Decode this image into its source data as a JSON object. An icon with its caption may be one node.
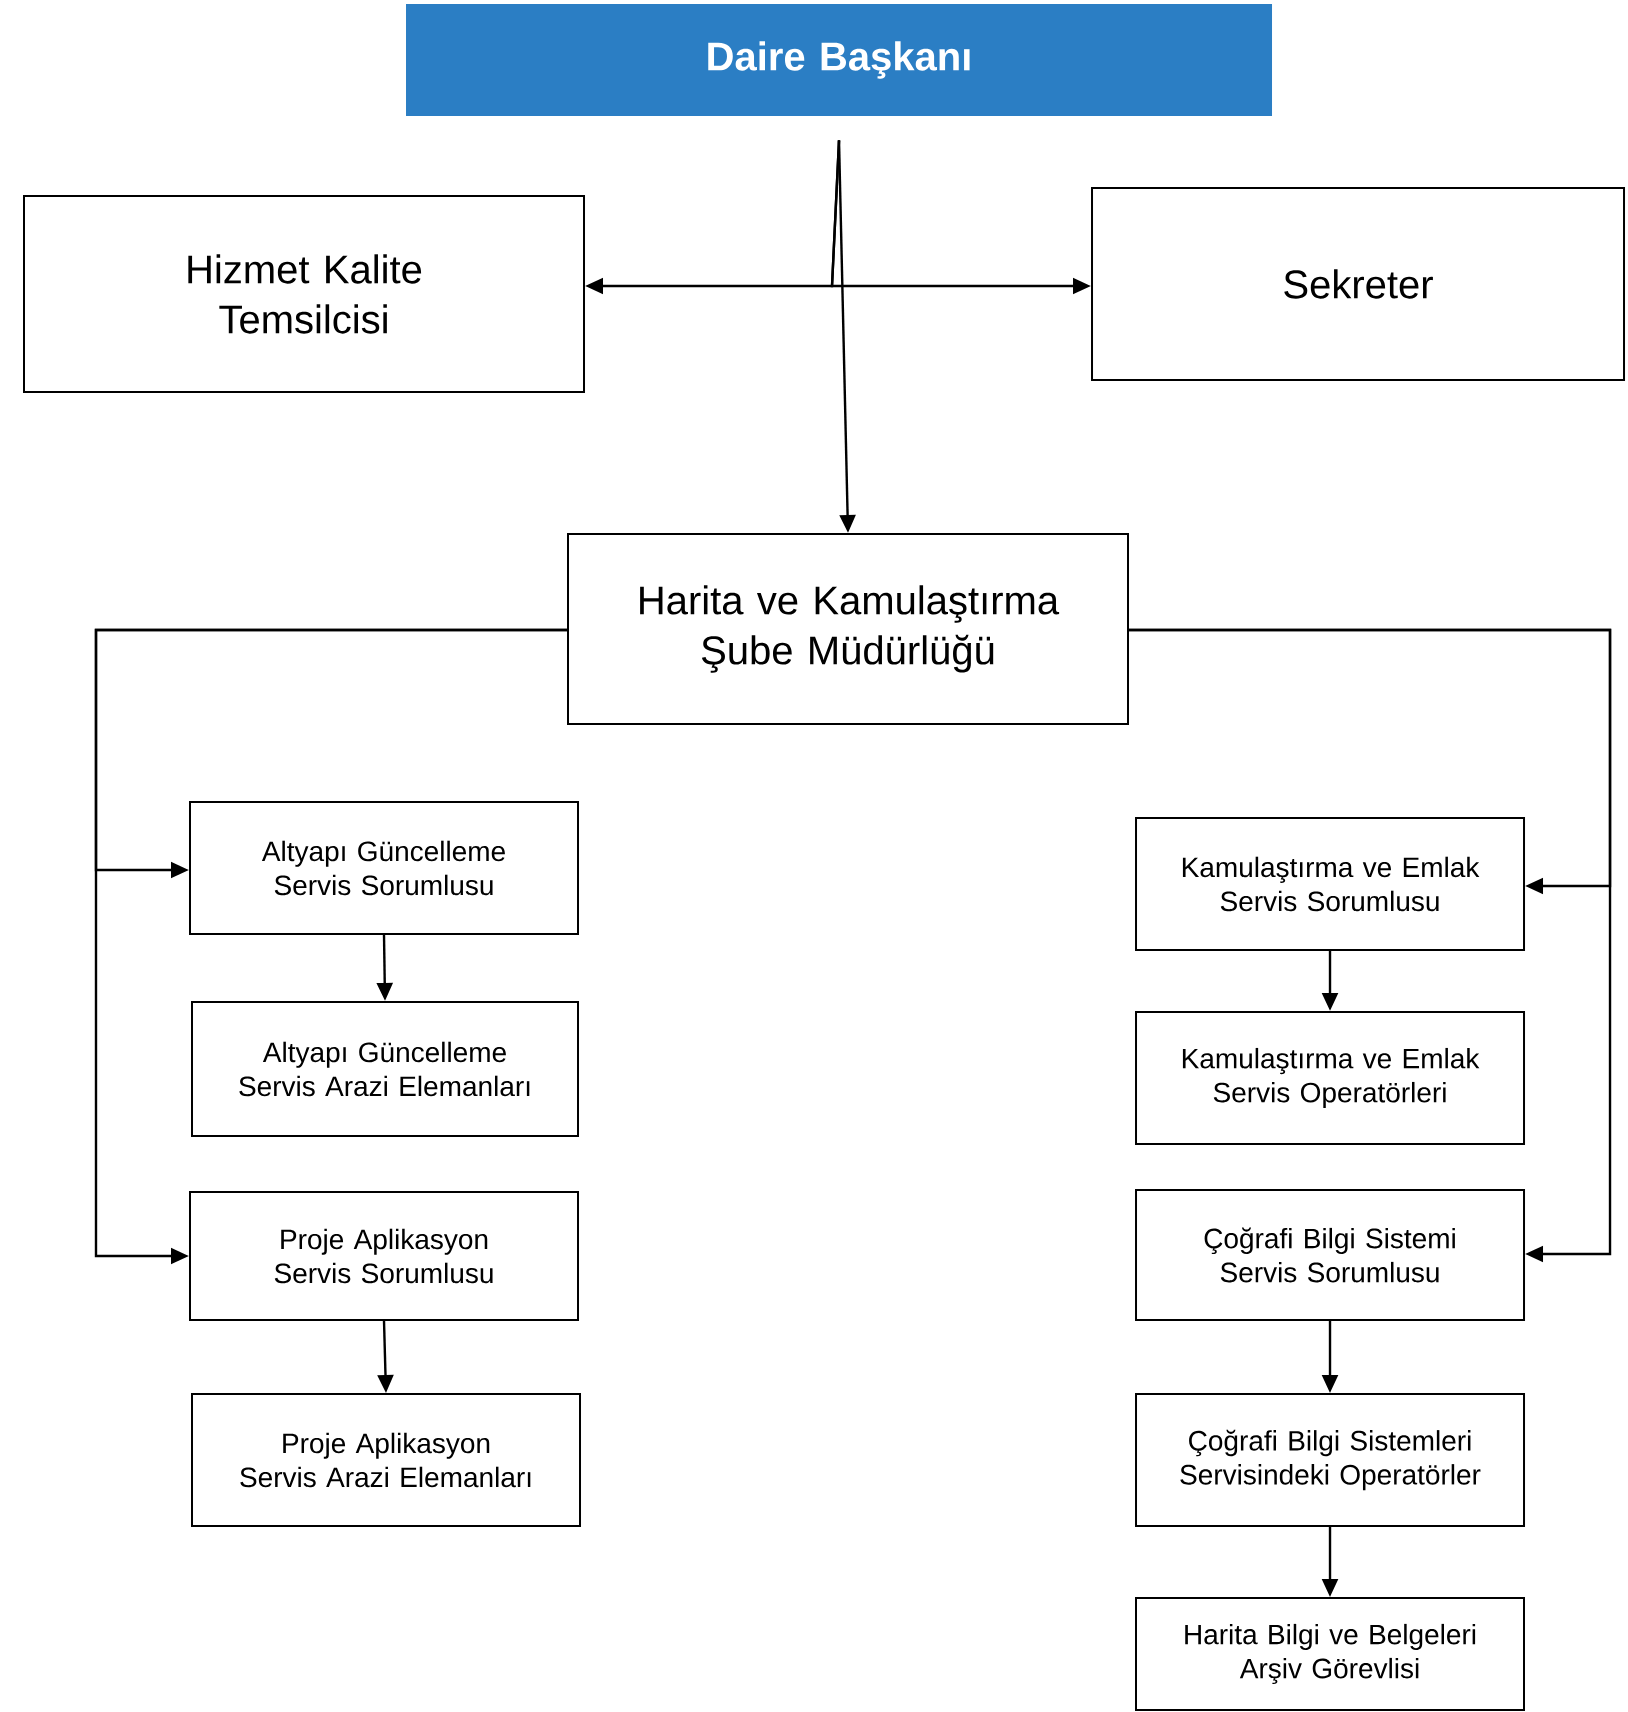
{
  "diagram": {
    "nodes": [
      {
        "text": [
          "Daire Başkanı"
        ]
      },
      {
        "text": [
          "Hizmet Kalite Temsilcisi"
        ]
      },
      {
        "text": [
          "Sekreter"
        ]
      },
      {
        "text": [
          "Harita ve Kamulaştırma Şube Müdürlüğü"
        ]
      },
      {
        "text": [
          "Altyapı Güncelleme Servis Sorumlusu"
        ]
      },
      {
        "text": [
          "Altyapı Güncelleme Servis Arazi Elemanları"
        ]
      },
      {
        "text": [
          "Proje Aplikasyon Servis Sorumlusu"
        ]
      },
      {
        "text": [
          "Proje Aplikasyon Servis Arazi Elemanları"
        ]
      },
      {
        "text": [
          "Kamulaştırma ve Emlak Servis Sorumlusu"
        ]
      },
      {
        "text": [
          "Kamulaştırma ve Emlak Servis Operatörleri"
        ]
      },
      {
        "text": [
          "Çoğrafi Bilgi Sistemi Servis Sorumlusu"
        ]
      },
      {
        "text": [
          "Çoğrafi Bilgi Sistemleri Servisindeki Operatörler"
        ]
      },
      {
        "text": [
          "Harita Bilgi ve Belgeleri Arşiv Görevlisi"
        ]
      }
    ],
    "edges": [
      {
        "from": 0,
        "to": 1,
        "arrow": "to"
      },
      {
        "from": 0,
        "to": 2,
        "arrow": "to"
      },
      {
        "from": 0,
        "to": 3,
        "arrow": "to"
      },
      {
        "from": 3,
        "to": 4,
        "arrow": "to"
      },
      {
        "from": 3,
        "to": 6,
        "arrow": "to"
      },
      {
        "from": 3,
        "to": 8,
        "arrow": "to"
      },
      {
        "from": 3,
        "to": 10,
        "arrow": "to"
      },
      {
        "from": 4,
        "to": 5,
        "arrow": "to"
      },
      {
        "from": 6,
        "to": 7,
        "arrow": "to"
      },
      {
        "from": 8,
        "to": 9,
        "arrow": "to"
      },
      {
        "from": 10,
        "to": 11,
        "arrow": "to"
      },
      {
        "from": 11,
        "to": 12,
        "arrow": "to"
      }
    ]
  }
}
